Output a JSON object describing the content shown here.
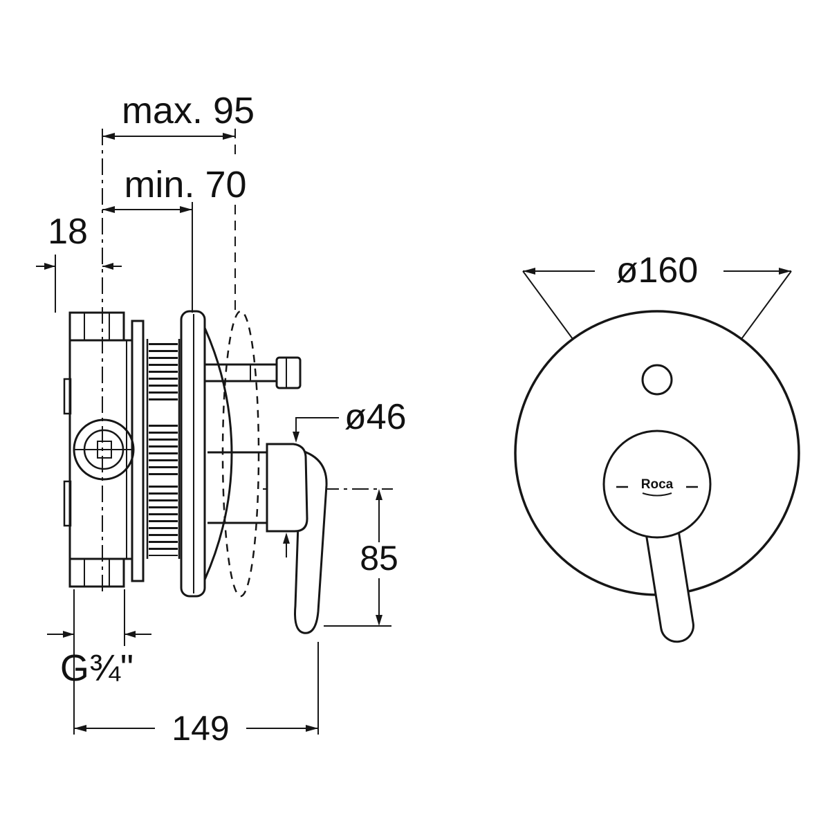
{
  "drawing": {
    "background_color": "#ffffff",
    "line_color": "#161616",
    "subject": "concealed-shower-mixer-dimension-drawing"
  },
  "side_view": {
    "dim_max_depth": "max. 95",
    "dim_min_depth": "min. 70",
    "dim_wall_offset": "18",
    "dim_sleeve_diameter": "ø46",
    "dim_lever_drop": "85",
    "dim_thread": "G¾\"",
    "dim_total_depth": "149"
  },
  "front_view": {
    "dim_plate_diameter": "ø160",
    "brand": "Roca"
  }
}
